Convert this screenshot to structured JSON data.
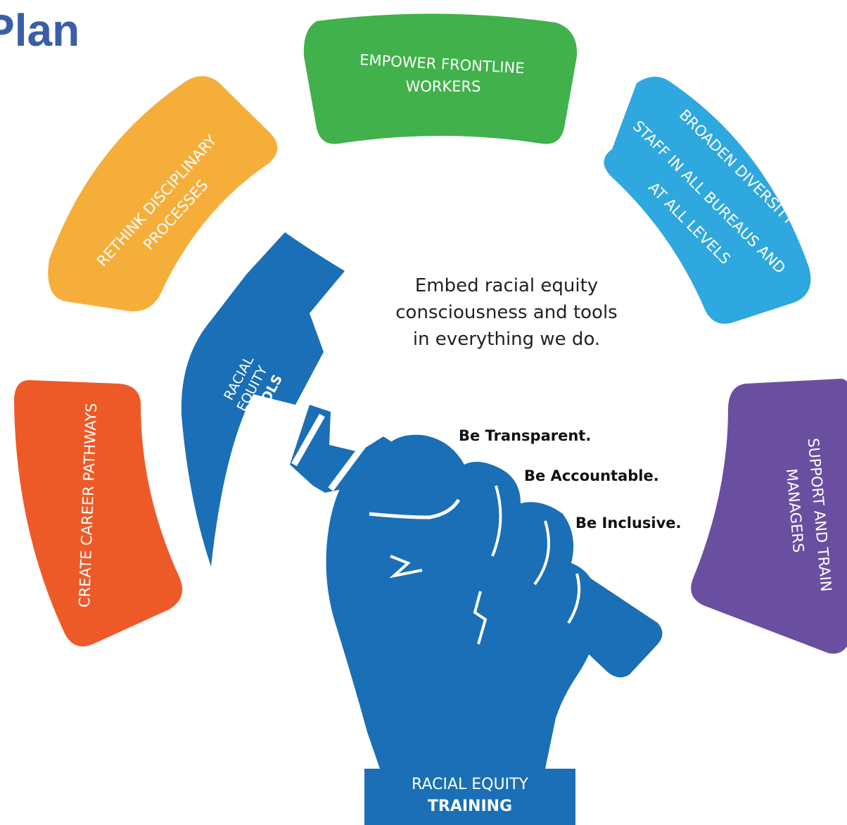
{
  "header": {
    "title": "Plan"
  },
  "segments": {
    "empower": {
      "line1": "EMPOWER FRONTLINE",
      "line2": "WORKERS",
      "color": "#41b14b"
    },
    "rethink": {
      "line1": "RETHINK DISCIPLINARY",
      "line2": "PROCESSES",
      "color": "#f6ae3b"
    },
    "broaden": {
      "line1": "BROADEN DIVERSITY OF",
      "line2": "STAFF IN ALL BUREAUS AND",
      "line3": "AT ALL LEVELS",
      "color": "#2fa7df"
    },
    "career": {
      "line1": "CREATE CAREER PATHWAYS",
      "color": "#ee5a27"
    },
    "support": {
      "line1": "SUPPORT AND TRAIN",
      "line2": "MANAGERS",
      "color": "#6a4fa0"
    }
  },
  "center": {
    "line1": "Embed racial equity",
    "line2": "consciousness and tools",
    "line3": "in everything we do."
  },
  "mottos": {
    "transparent": "Be Transparent.",
    "accountable": "Be Accountable.",
    "inclusive": "Be Inclusive."
  },
  "hammer": {
    "line1": "RACIAL",
    "line2": "EQUITY",
    "line3": "TOOLS",
    "color": "#1a6fb6"
  },
  "training": {
    "line1": "RACIAL EQUITY",
    "line2": "TRAINING",
    "color": "#1a6fb6"
  }
}
